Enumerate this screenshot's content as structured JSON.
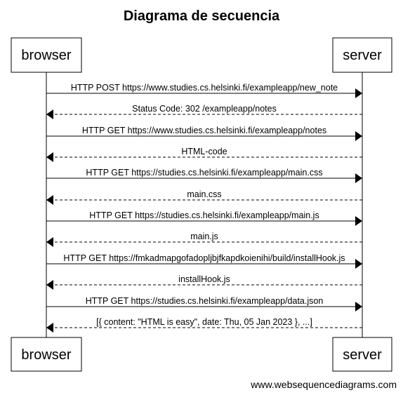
{
  "title": "Diagrama de secuencia",
  "footer": "www.websequencediagrams.com",
  "participants": [
    {
      "id": "browser",
      "label": "browser"
    },
    {
      "id": "server",
      "label": "server"
    }
  ],
  "messages": [
    {
      "from": "browser",
      "to": "server",
      "style": "solid",
      "label": "HTTP POST https://www.studies.cs.helsinki.fi/exampleapp/new_note"
    },
    {
      "from": "server",
      "to": "browser",
      "style": "dashed",
      "label": "Status Code: 302 /exampleapp/notes"
    },
    {
      "from": "browser",
      "to": "server",
      "style": "solid",
      "label": "HTTP GET https://www.studies.cs.helsinki.fi/exampleapp/notes"
    },
    {
      "from": "server",
      "to": "browser",
      "style": "dashed",
      "label": "HTML-code"
    },
    {
      "from": "browser",
      "to": "server",
      "style": "solid",
      "label": "HTTP GET https://studies.cs.helsinki.fi/exampleapp/main.css"
    },
    {
      "from": "server",
      "to": "browser",
      "style": "dashed",
      "label": "main.css"
    },
    {
      "from": "browser",
      "to": "server",
      "style": "solid",
      "label": "HTTP GET https://studies.cs.helsinki.fi/exampleapp/main.js"
    },
    {
      "from": "server",
      "to": "browser",
      "style": "dashed",
      "label": "main.js"
    },
    {
      "from": "browser",
      "to": "server",
      "style": "solid",
      "label": "HTTP GET https://fmkadmapgofadopljbjfkapdkoienihi/build/installHook.js"
    },
    {
      "from": "server",
      "to": "browser",
      "style": "dashed",
      "label": "installHook.js"
    },
    {
      "from": "browser",
      "to": "server",
      "style": "solid",
      "label": "HTTP GET https://studies.cs.helsinki.fi/exampleapp/data.json"
    },
    {
      "from": "server",
      "to": "browser",
      "style": "dashed",
      "label": "[{ content: \"HTML is easy\", date: Thu, 05 Jan 2023 }, ...]"
    }
  ]
}
